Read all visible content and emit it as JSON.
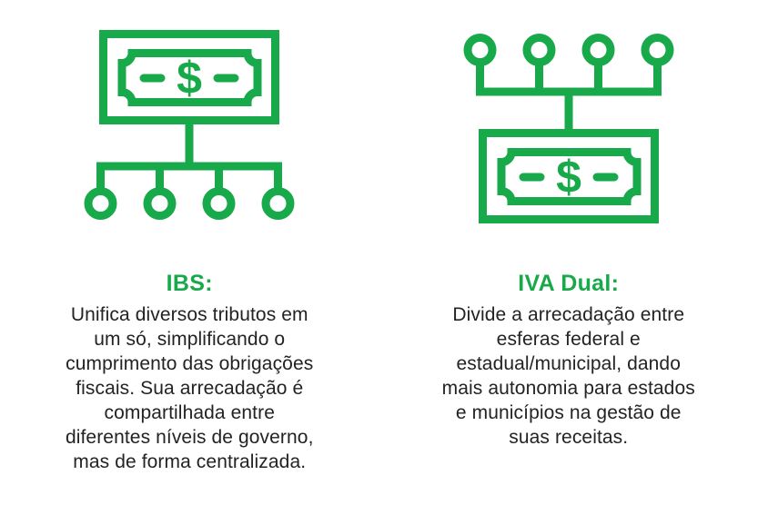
{
  "theme": {
    "accent_green": "#18a94b",
    "text_color": "#232323",
    "background": "#ffffff"
  },
  "icons": {
    "dollar_glyph": "$"
  },
  "columns": [
    {
      "icon_name": "money-distribution-down-icon",
      "heading": "IBS:",
      "description": "Unifica diversos tributos em\num só, simplificando o\ncumprimento das obrigações\nfiscais. Sua arrecadação é\ncompartilhada entre\ndiferentes níveis de governo,\nmas de forma centralizada."
    },
    {
      "icon_name": "money-collection-up-icon",
      "heading": "IVA Dual:",
      "description": "Divide a arrecadação entre\nesferas federal e\nestadual/municipal, dando\nmais autonomia para estados\ne municípios na gestão de\nsuas receitas."
    }
  ]
}
